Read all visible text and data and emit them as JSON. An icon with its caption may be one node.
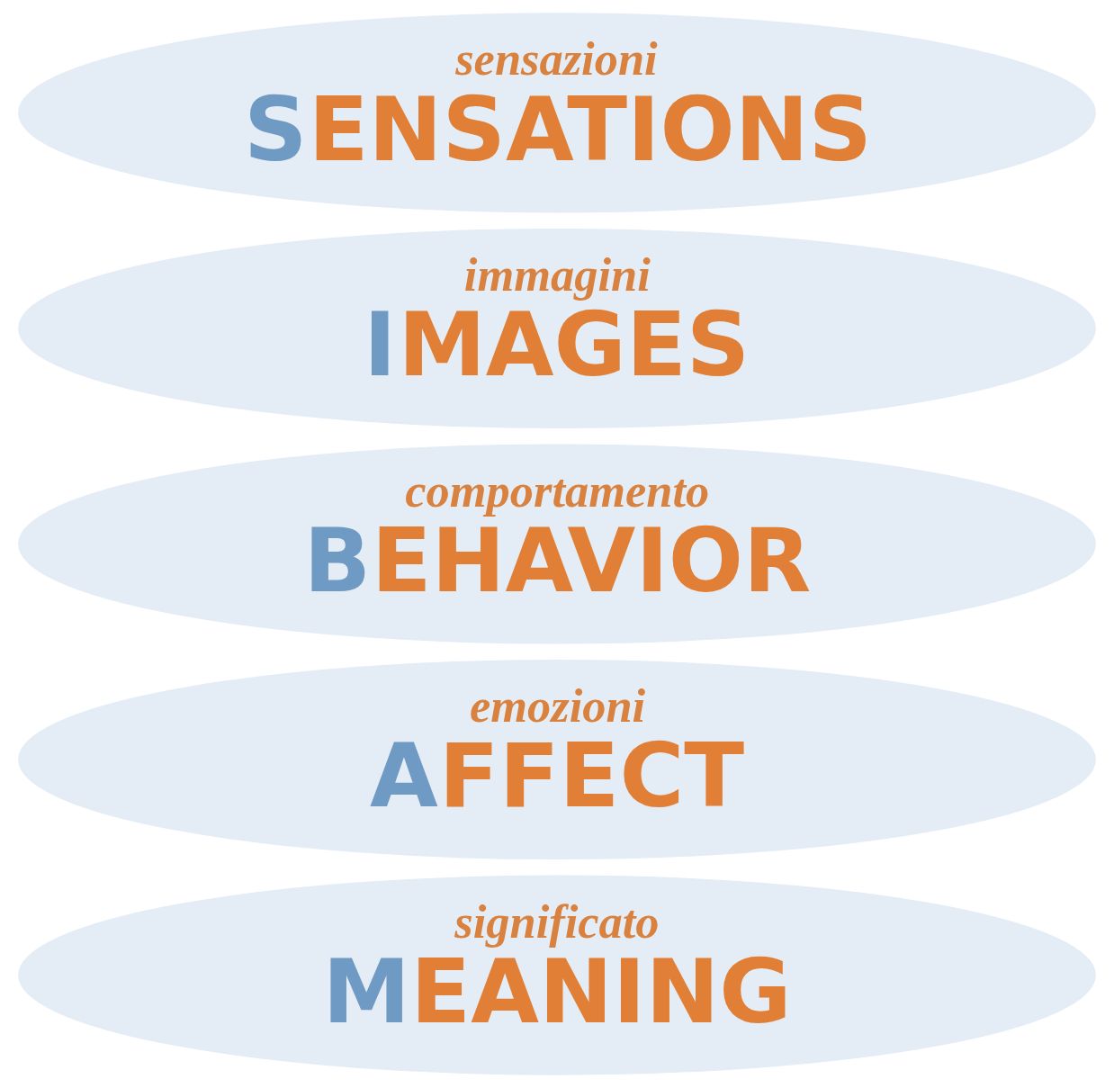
{
  "diagram": {
    "nodes": [
      {
        "text": [
          "sensazioni",
          "SENSATIONS"
        ]
      },
      {
        "text": [
          "immagini",
          "IMAGES"
        ]
      },
      {
        "text": [
          "comportamento",
          "BEHAVIOR"
        ]
      },
      {
        "text": [
          "emozioni",
          "AFFECT"
        ]
      },
      {
        "text": [
          "significato",
          "MEANING"
        ]
      }
    ]
  }
}
